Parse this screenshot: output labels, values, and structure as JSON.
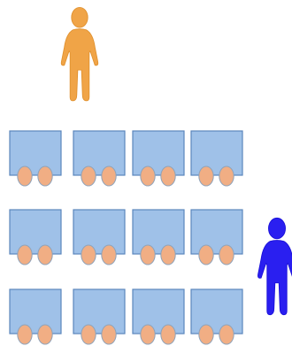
{
  "scene": {
    "people": [
      {
        "id": "teacher",
        "color": "#F0A447",
        "edge": "#E0912E"
      },
      {
        "id": "visitor",
        "color": "#2A1FF0",
        "edge": "#1A10D8"
      }
    ],
    "cart_style": {
      "body_fill": "#9FC1E8",
      "body_stroke": "#5A86BC",
      "wheel_fill": "#F1AE84",
      "wheel_stroke": "#8FA3BA"
    },
    "grid": {
      "rows": 3,
      "cols": 4
    }
  }
}
